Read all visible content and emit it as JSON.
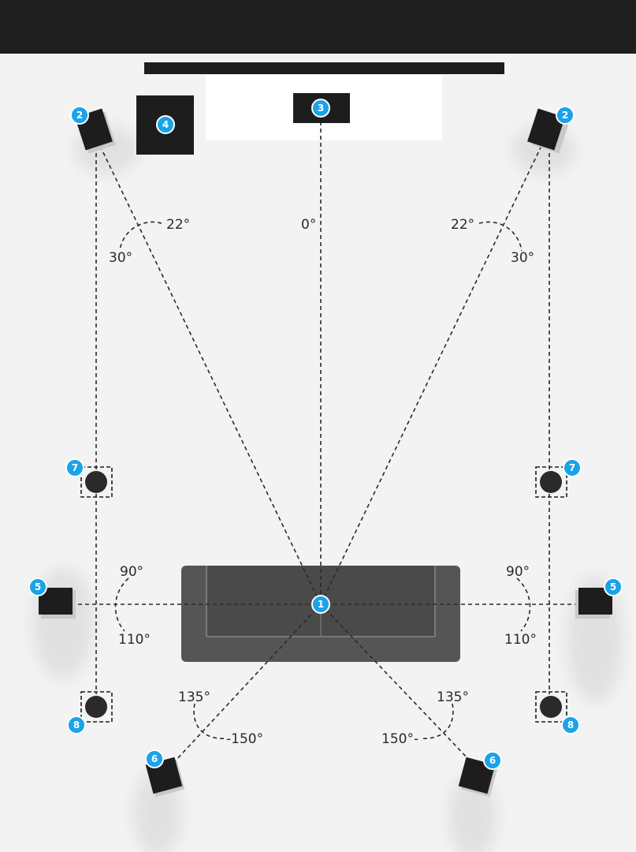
{
  "colors": {
    "topbar": "#1e1e1e",
    "room": "#f3f3f3",
    "speaker": "#1d1d1d",
    "badge": "#1aa3e8",
    "sofa": "#555555",
    "cabinet": "#ffffff"
  },
  "speakers": {
    "listening_position": "1",
    "front_left": "2",
    "front_right": "2",
    "center": "3",
    "subwoofer": "4",
    "surround_left": "5",
    "surround_right": "5",
    "rear_left": "6",
    "rear_right": "6",
    "ceiling_front_left": "7",
    "ceiling_front_right": "7",
    "ceiling_rear_left": "8",
    "ceiling_rear_right": "8"
  },
  "angles": {
    "center": "0°",
    "front_left_inner": "22°",
    "front_left_outer": "30°",
    "front_right_inner": "22°",
    "front_right_outer": "30°",
    "side_left_upper": "90°",
    "side_left_lower": "110°",
    "side_right_upper": "90°",
    "side_right_lower": "110°",
    "rear_left_upper": "135°",
    "rear_left_lower": "-150°",
    "rear_right_upper": "135°",
    "rear_right_lower": "150°-"
  }
}
